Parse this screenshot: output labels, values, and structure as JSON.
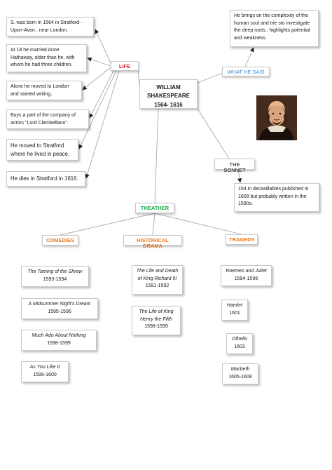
{
  "root": {
    "name": "WILLIAM SHAKESPEARE",
    "dates": "1564- 1616"
  },
  "branches": {
    "life": "LIFE",
    "what_he_says": "WHAT HE SAIS",
    "sonnet": "THE SONNET",
    "theather": "THEATHER",
    "comedies": "COMEDIES",
    "historical": "HISTORICAL DRAMA",
    "tragedy": "TRAGEDY"
  },
  "life_facts": [
    [
      "S. was born in 1564 in Stratford- -",
      "Upon-Avon , near London."
    ],
    [
      "At 18 he married Anne",
      "Hathaway, older than he, with",
      "whom he had three children."
    ],
    [
      "Alone he moved to London",
      "and started writing."
    ],
    [
      "Buys a part of the company of",
      "actors \"Lord Clambellano\"."
    ],
    [
      "He moved to Stratford",
      "where he lived in peace."
    ],
    [
      "He dies in Stratford in 1616."
    ]
  ],
  "what_he_says_text": [
    "He brings on the complexity of the",
    "human soul and trie sto investigate",
    "the deep roots.; highlights potential",
    "and weakness."
  ],
  "sonnet_text": [
    "154 in decasillables published in",
    "1609 but probably written in the",
    "1590s."
  ],
  "comedies": [
    {
      "title": "The Taming of the Shrew",
      "year": "1593-1594"
    },
    {
      "title": "A Midsummer Night's Dream",
      "year": "1595-1596"
    },
    {
      "title": "Much Ado About Nothing",
      "year": "1598-1599"
    },
    {
      "title": "As You Like It",
      "year": "1599-1600"
    }
  ],
  "historical": [
    {
      "title": [
        "The Life and Death",
        "of King Richard III"
      ],
      "year": "1591-1592"
    },
    {
      "title": [
        "The Life of King",
        "Henry the Fifth"
      ],
      "year": "1598-1599"
    }
  ],
  "tragedies": [
    {
      "title": "Roemeo and Juliet",
      "year": "1594-1596"
    },
    {
      "title": "Hamlet",
      "year": "1601"
    },
    {
      "title": "Othello",
      "year": "1603"
    },
    {
      "title": "Macbeth",
      "year": "1605-1608"
    }
  ],
  "colors": {
    "life": "#e02020",
    "what_he_says": "#3a8fd6",
    "theather": "#1ea64a",
    "comedies": "#e8761b",
    "historical": "#e8761b",
    "tragedy": "#e8761b",
    "connector": "#a8a8a8",
    "arrow": "#222222"
  }
}
